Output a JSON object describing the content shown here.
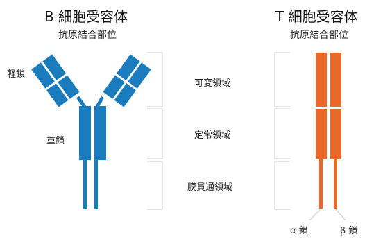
{
  "bcr": {
    "title": "B 細胞受容体",
    "subtitle": "抗原結合部位",
    "light_chain_label": "軽鎖",
    "heavy_chain_label": "重鎖",
    "color": "#1a7bbd"
  },
  "tcr": {
    "title": "T 細胞受容体",
    "subtitle": "抗原結合部位",
    "alpha_label": "α 鎖",
    "beta_label": "β 鎖",
    "color": "#e8692a"
  },
  "domains": {
    "variable": "可変領域",
    "constant": "定常領域",
    "transmembrane": "膜貫通領域"
  },
  "bracket_color": "#c8c8c8"
}
